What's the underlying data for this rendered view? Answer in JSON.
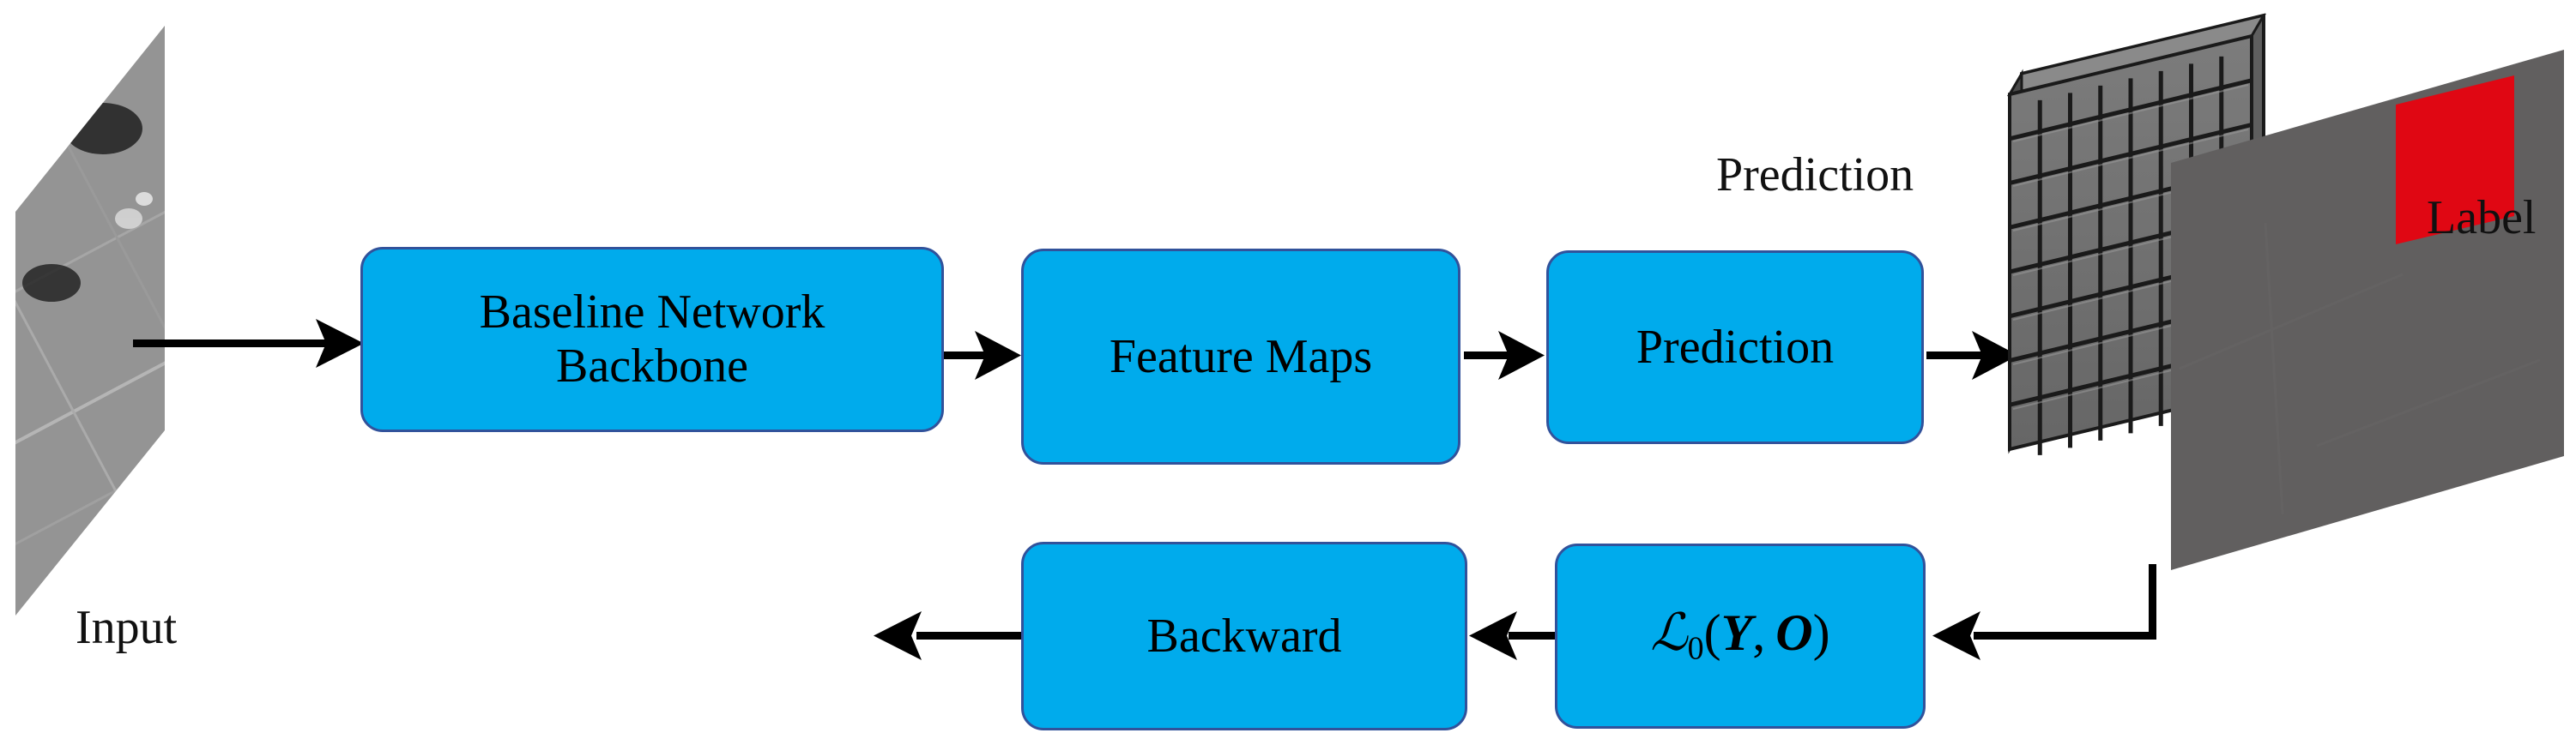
{
  "figure": {
    "type": "pipeline-diagram",
    "background_color": "#FFFFFF",
    "box_fill_color": "#00ABEC",
    "box_border_color": "#31529B",
    "arrow_color": "#000000",
    "label_highlight_color": "#E00713"
  },
  "nodes": {
    "backbone": {
      "label": "Baseline Network\nBackbone"
    },
    "feature_maps": {
      "label": "Feature Maps"
    },
    "prediction": {
      "label": "Prediction"
    },
    "backward": {
      "label": "Backward"
    },
    "loss": {
      "symbol": "ℒ",
      "subscript": "0",
      "open_paren": "(",
      "arg1": "Y",
      "comma": ",",
      "arg2": "O",
      "close_paren": ")",
      "plain": "ℒ₀(Y, O)"
    }
  },
  "captions": {
    "input": "Input",
    "prediction": "Prediction",
    "label": "Label"
  },
  "graphics": {
    "input_image": {
      "name": "sar-input-image",
      "description": "grayscale SAR aerial image, sheared parallelogram"
    },
    "prediction_grid": {
      "name": "prediction-grid",
      "rows": 8,
      "columns": 8,
      "cell_fill": "#6F6F6F",
      "cell_edge": "#1A1A1A"
    },
    "label_image": {
      "name": "label-image",
      "description": "dark sheared parallelogram with red annotated region"
    }
  },
  "flow": [
    {
      "from": "input",
      "to": "backbone"
    },
    {
      "from": "backbone",
      "to": "feature_maps"
    },
    {
      "from": "feature_maps",
      "to": "prediction"
    },
    {
      "from": "prediction",
      "to": "prediction_grid"
    },
    {
      "from": "label_image",
      "to": "loss"
    },
    {
      "from": "loss",
      "to": "backward"
    },
    {
      "from": "backward",
      "to": "input"
    }
  ]
}
